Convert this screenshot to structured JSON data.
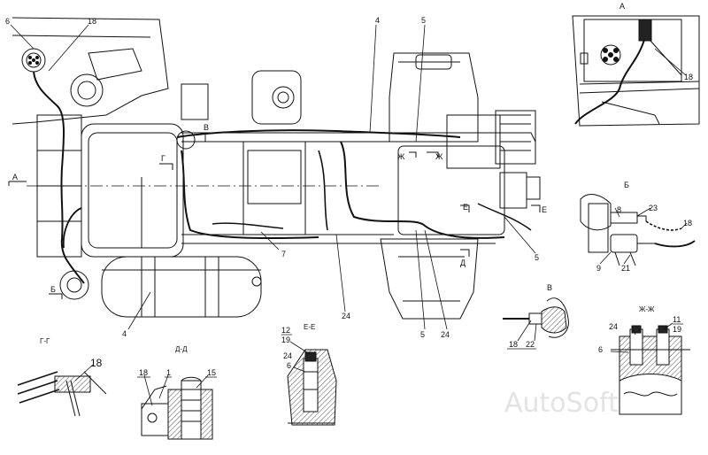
{
  "labels": {
    "n6_tl": "6",
    "n18_tl": "18",
    "n4_top": "4",
    "n5_top": "5",
    "n4_bottom": "4",
    "n7": "7",
    "n24_mid": "24",
    "n5_bot": "5",
    "n24_bot": "24",
    "n5_right": "5",
    "A_left": "А",
    "A_section": "А",
    "B_cut": "Б",
    "B_section": "Б",
    "V_cut": "В",
    "V_section": "В",
    "G_cut": "Г",
    "D_cut": "Д",
    "E_cut": "Е",
    "E_cut2": "Е",
    "Zh_cut": "Ж",
    "Zh_cut2": "Ж"
  },
  "sectionA": {
    "n18": "18"
  },
  "sectionB": {
    "n8": "8",
    "n23": "23",
    "n18": "18",
    "n9": "9",
    "n21": "21"
  },
  "sectionV": {
    "n18": "18",
    "n22": "22"
  },
  "sectionGG": {
    "title": "Г-Г",
    "n18": "18"
  },
  "sectionDD": {
    "title": "Д-Д",
    "n18": "18",
    "n1": "1",
    "n15": "15"
  },
  "sectionEE": {
    "title": "Е-Е",
    "n12": "12",
    "n19": "19",
    "n24": "24",
    "n6": "6"
  },
  "sectionZhZh": {
    "title": "Ж-Ж",
    "n24": "24",
    "n11": "11",
    "n19": "19",
    "n6": "6"
  },
  "watermark": "AutoSoft",
  "colors": {
    "ink": "#111111",
    "paper": "#ffffff",
    "watermark": "#e3e3e3",
    "hatch": "#555555"
  }
}
